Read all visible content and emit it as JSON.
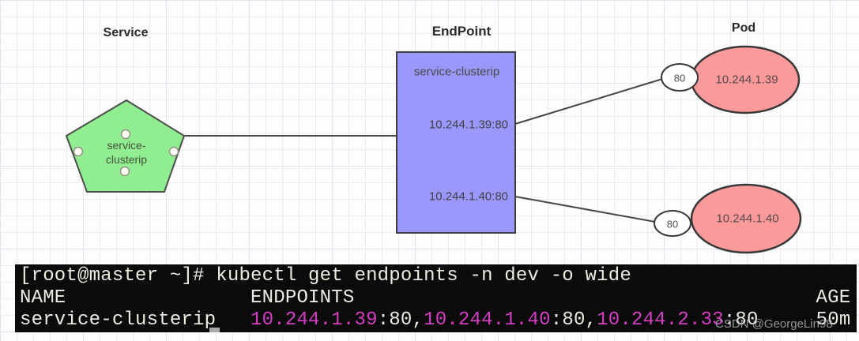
{
  "colors": {
    "accent_green": "#90ee90",
    "accent_purple": "#9a99fb",
    "accent_pink": "#fb9a9a",
    "stroke": "#4d4d4d",
    "terminal_bg": "#0b0b0b",
    "terminal_fg": "#edece2",
    "terminal_ip": "#d53dc5"
  },
  "diagram": {
    "labels": {
      "service": "Service",
      "endpoint": "EndPoint",
      "pod": "Pod"
    },
    "pentagon": {
      "line1": "service-",
      "line2": "clusterip"
    },
    "endpoint_box": {
      "title": "service-clusterip",
      "row1": "10.244.1.39:80",
      "row2": "10.244.1.40:80"
    },
    "pods": [
      {
        "port": "80",
        "ip": "10.244.1.39"
      },
      {
        "port": "80",
        "ip": "10.244.1.40"
      }
    ]
  },
  "terminal": {
    "prompt_line": "[root@master ~]# kubectl get endpoints -n dev -o wide",
    "header_line": "NAME                ENDPOINTS                                        AGE",
    "result_line": {
      "name_col": "service-clusterip   ",
      "ip1": "10.244.1.39",
      "sep1": ":80,",
      "ip2": "10.244.1.40",
      "sep2": ":80,",
      "ip3": "10.244.2.33",
      "tail": ":80     50m"
    }
  },
  "watermark": {
    "text": "CSDN @GeorgeLin98"
  }
}
